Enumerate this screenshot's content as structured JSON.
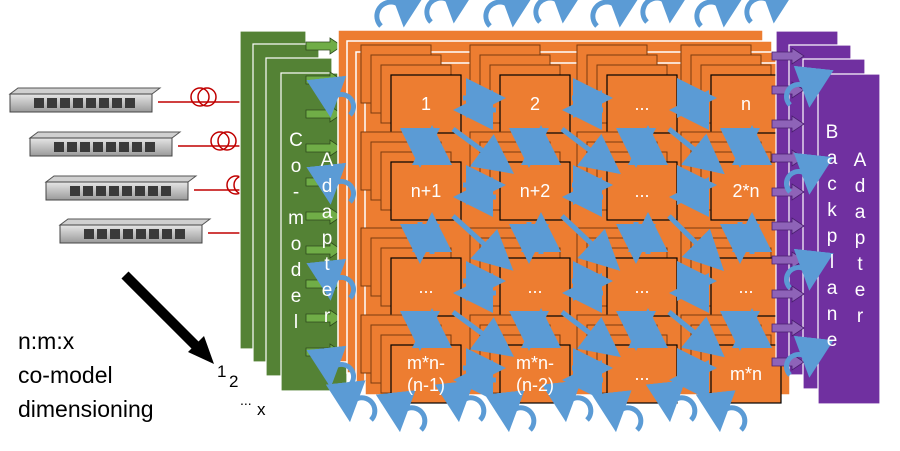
{
  "diagram": {
    "caption_lines": [
      "n:m:x",
      "co-model",
      "dimensioning"
    ],
    "co_model_adapter": {
      "left_column": "Co-model",
      "right_column": "Adapter"
    },
    "backplane_adapter": {
      "left_column": "Backplane",
      "right_column": "Adapter"
    },
    "layer_labels": [
      "1",
      "2",
      "...",
      "x"
    ],
    "grid_cells": [
      [
        "1",
        "2",
        "...",
        "n"
      ],
      [
        "n+1",
        "n+2",
        "...",
        "2*n"
      ],
      [
        "...",
        "...",
        "...",
        "..."
      ],
      [
        "m*n-\n(n-1)",
        "m*n-\n(n-2)",
        "...",
        "m*n"
      ]
    ],
    "server_count": 4,
    "colors": {
      "green": "#548235",
      "green_dark": "#2e4a1c",
      "orange": "#ed7d31",
      "orange_edge": "#7a3c10",
      "purple": "#7030a0",
      "blue_arrow": "#5b9bd5",
      "red_line": "#c00000"
    }
  }
}
